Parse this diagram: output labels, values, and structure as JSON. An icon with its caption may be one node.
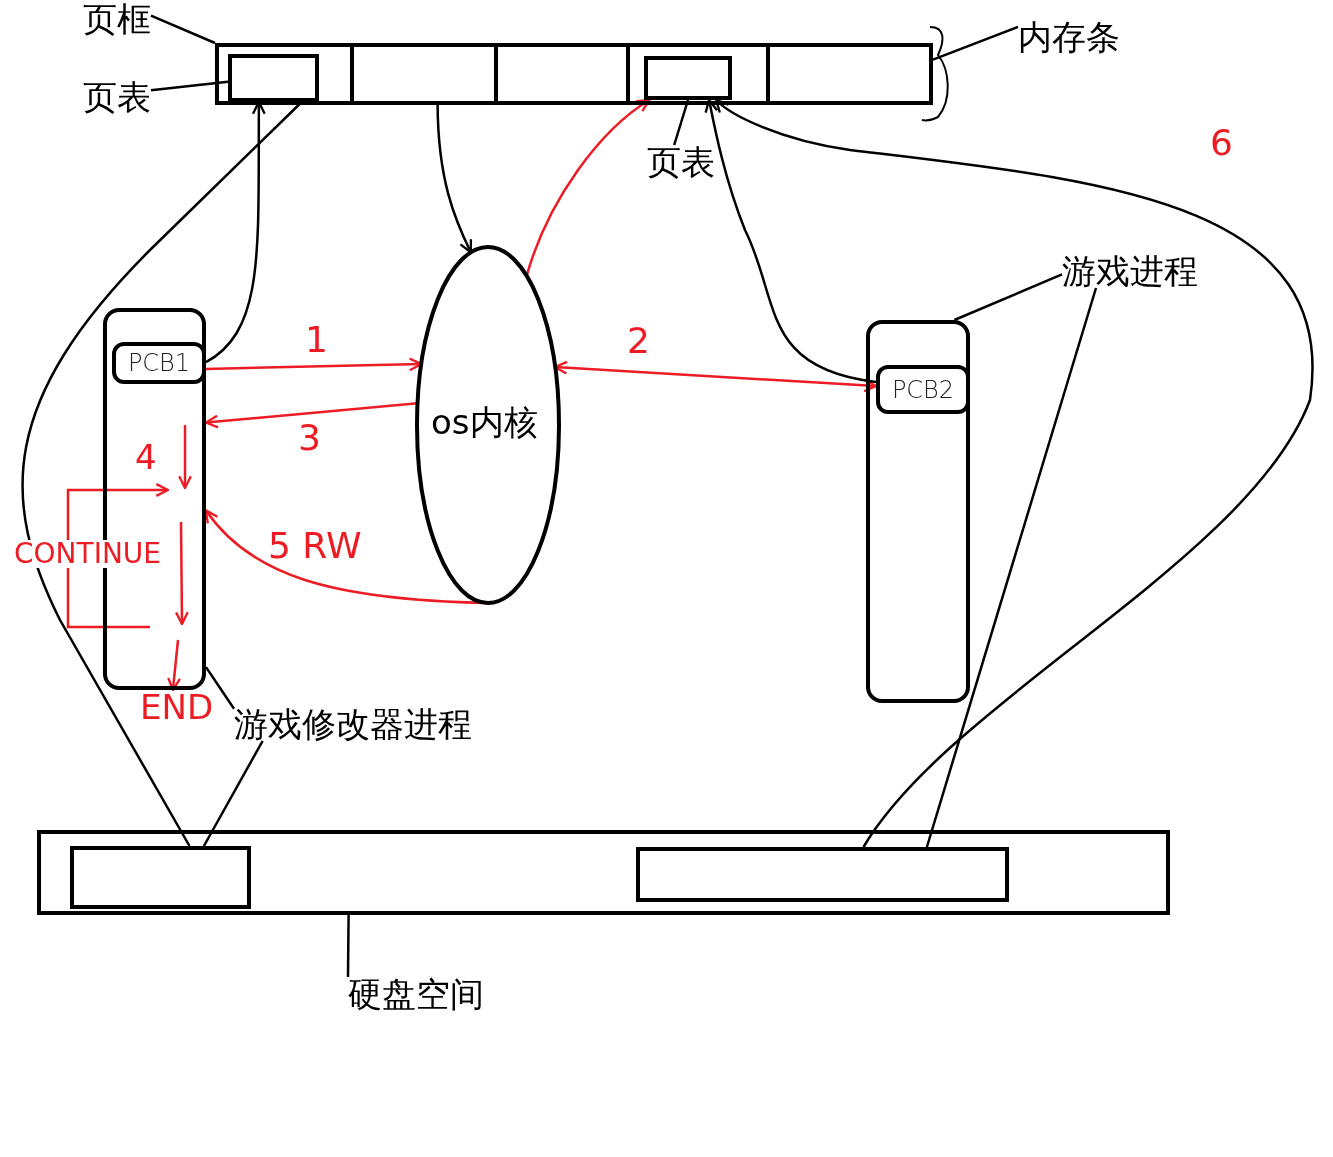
{
  "diagram": {
    "nodes": [
      {
        "text": [],
        "shape": "box"
      },
      {
        "text": [],
        "shape": "box",
        "in": 0
      },
      {
        "text": [],
        "shape": "box",
        "in": 0
      },
      {
        "text": [
          "os内核"
        ]
      },
      {
        "text": [],
        "shape": "box"
      },
      {
        "text": [
          "PCB1"
        ],
        "in": 4
      },
      {
        "text": [],
        "shape": "box"
      },
      {
        "text": [
          "PCB2"
        ],
        "in": 6
      },
      {
        "text": [],
        "shape": "box"
      },
      {
        "text": [],
        "shape": "box",
        "in": 8
      },
      {
        "text": [],
        "shape": "box",
        "in": 8
      },
      {
        "text": [
          "END"
        ]
      },
      {
        "text": [
          "页框"
        ]
      },
      {
        "text": [
          "页表"
        ]
      },
      {
        "text": [
          "页表"
        ]
      },
      {
        "text": [
          "内存条"
        ]
      },
      {
        "text": [
          "游戏进程"
        ]
      },
      {
        "text": [
          "游戏修改器进程"
        ]
      },
      {
        "text": [
          "硬盘空间"
        ]
      }
    ],
    "edges": [
      {
        "from": 5,
        "to": 3,
        "arrow": "to",
        "label": "1",
        "color": "#ed1c24"
      },
      {
        "from": 3,
        "to": 7,
        "arrow": "both",
        "label": "2",
        "color": "#ed1c24"
      },
      {
        "from": 3,
        "to": 4,
        "arrow": "to",
        "label": "3",
        "color": "#ed1c24"
      },
      {
        "from": 3,
        "to": 4,
        "arrow": "to",
        "label": "5 RW",
        "color": "#ed1c24"
      },
      {
        "from": 3,
        "to": 2,
        "arrow": "to",
        "color": "#ed1c24"
      },
      {
        "from": null,
        "to": 11,
        "arrow": "to",
        "color": "#ed1c24"
      },
      {
        "from": 5,
        "to": 1,
        "arrow": "to"
      },
      {
        "from": 7,
        "to": 2,
        "arrow": "to"
      },
      {
        "from": 0,
        "to": 3,
        "arrow": "to"
      },
      {
        "from": 10,
        "to": 2,
        "arrow": "to",
        "label": "6"
      },
      {
        "from": 1,
        "to": 9,
        "arrow": "none"
      },
      {
        "from": 12,
        "to": 0,
        "arrow": "none"
      },
      {
        "from": 13,
        "to": 1,
        "arrow": "none"
      },
      {
        "from": 14,
        "to": 2,
        "arrow": "none"
      },
      {
        "from": 15,
        "to": 0,
        "arrow": "none"
      },
      {
        "from": 16,
        "to": 6,
        "arrow": "none"
      },
      {
        "from": 16,
        "to": 10,
        "arrow": "none"
      },
      {
        "from": 17,
        "to": 4,
        "arrow": "none"
      },
      {
        "from": 17,
        "to": 9,
        "arrow": "none"
      },
      {
        "from": 18,
        "to": 8,
        "arrow": "none"
      }
    ],
    "labels": [
      "4",
      "CONTINUE"
    ]
  }
}
